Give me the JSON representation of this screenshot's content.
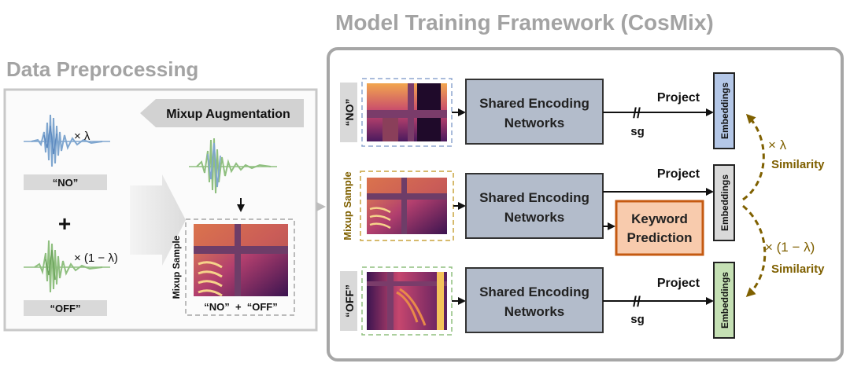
{
  "titles": {
    "data_preprocessing": "Data Preprocessing",
    "model_framework": "Model Training Framework (CosMix)"
  },
  "preprocessing": {
    "mixup_banner": "Mixup Augmentation",
    "no_label": "“NO”",
    "off_label": "“OFF”",
    "plus": "+",
    "lambda_factor": "× λ",
    "one_minus_lambda_factor": "× (1 − λ)",
    "mixup_sample_label": "Mixup Sample",
    "mix_caption": "“NO”  +  “OFF”"
  },
  "framework": {
    "rows": [
      {
        "input_label": "“NO”",
        "encoder_line1": "Shared Encoding",
        "encoder_line2": "Networks",
        "project": "Project",
        "sg": "sg",
        "embeddings": "Embeddings"
      },
      {
        "input_label": "Mixup Sample",
        "encoder_line1": "Shared Encoding",
        "encoder_line2": "Networks",
        "project": "Project",
        "embeddings": "Embeddings"
      },
      {
        "input_label": "“OFF”",
        "encoder_line1": "Shared Encoding",
        "encoder_line2": "Networks",
        "project": "Project",
        "sg": "sg",
        "embeddings": "Embeddings"
      }
    ],
    "keyword_line1": "Keyword",
    "keyword_line2": "Prediction",
    "sim_top_factor": "× λ",
    "sim_top_label": "Similarity",
    "sim_bottom_factor": "× (1 − λ)",
    "sim_bottom_label": "Similarity",
    "sg_symbol": "//"
  },
  "colors": {
    "title_gray": "#a3a3a3",
    "panel_border": "#a6a6a6",
    "encoder_fill": "#b3bccb",
    "keyword_fill": "#f8cbad",
    "keyword_border": "#c55a11",
    "emb_no": "#b4c7e7",
    "emb_mix": "#d9d9d9",
    "emb_off": "#c5e0b4",
    "olive": "#7f6000",
    "wave_blue": "#7fa6cf",
    "wave_green": "#8fbf7f"
  }
}
